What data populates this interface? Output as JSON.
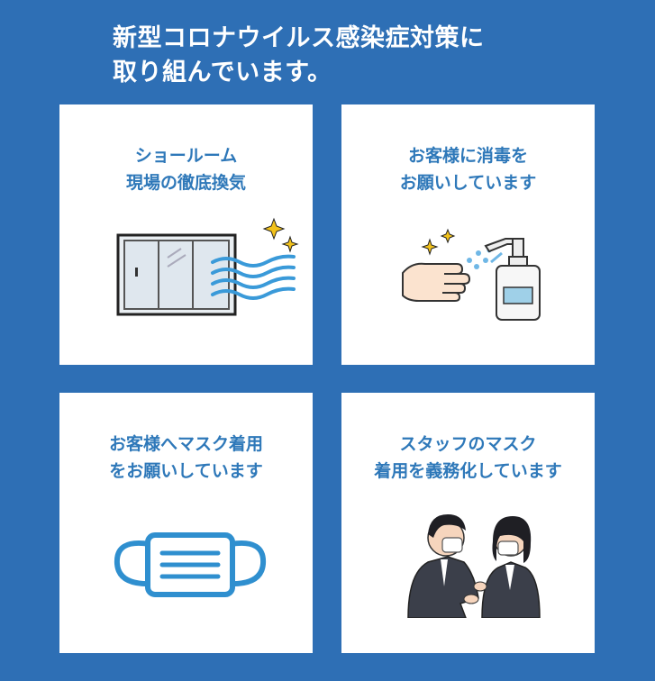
{
  "headline": {
    "line1": "新型コロナウイルス感染症対策に",
    "line2": "取り組んでいます。"
  },
  "cards": [
    {
      "line1": "ショールーム",
      "line2": "現場の徹底換気",
      "icon": "window-ventilation-icon"
    },
    {
      "line1": "お客様に消毒を",
      "line2": "お願いしています",
      "icon": "hand-sanitizer-icon"
    },
    {
      "line1": "お客様へマスク着用",
      "line2": "をお願いしています",
      "icon": "face-mask-icon"
    },
    {
      "line1": "スタッフのマスク",
      "line2": "着用を義務化しています",
      "icon": "masked-staff-icon"
    }
  ],
  "colors": {
    "background": "#2e6fb5",
    "card": "#ffffff",
    "title_text": "#2e78b9",
    "illustration_blue": "#3a9ad9"
  }
}
